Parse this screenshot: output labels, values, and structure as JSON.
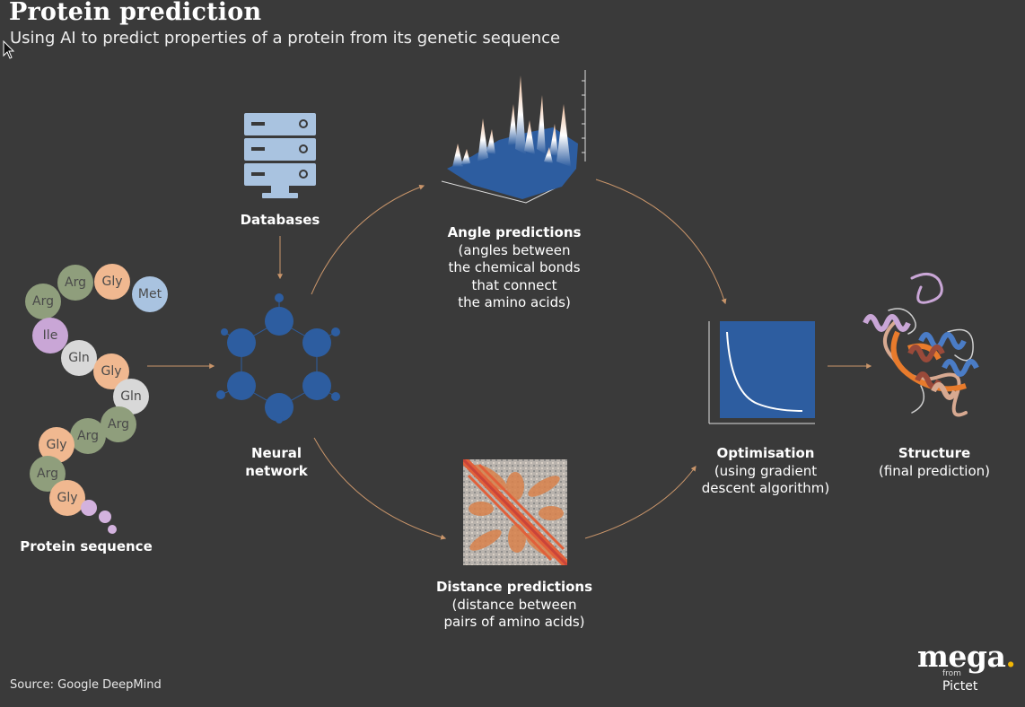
{
  "title": "Protein prediction",
  "subtitle": "Using AI to predict properties of a protein from its genetic sequence",
  "source": "Source: Google DeepMind",
  "logo": {
    "name": "mega",
    "from": "from",
    "brand": "Pictet"
  },
  "colors": {
    "background": "#3a3a3a",
    "network_blue": "#2d5da0",
    "arrow": "#c9956a",
    "arg": "#8f9e7c",
    "gly": "#f0b890",
    "met": "#a9c3e0",
    "ile": "#c9a6d6",
    "gln": "#d8d8d8",
    "tail": "#d3b2de"
  },
  "protein_sequence": {
    "label": "Protein sequence",
    "amino_acids": [
      "Arg",
      "Arg",
      "Gly",
      "Met",
      "Ile",
      "Gln",
      "Gly",
      "Gln",
      "Arg",
      "Arg",
      "Gly",
      "Arg",
      "Gly"
    ]
  },
  "databases": {
    "label": "Databases",
    "icon": "server-stack-icon"
  },
  "neural_network": {
    "label_line1": "Neural",
    "label_line2": "network",
    "icon": "hexagonal-network-icon"
  },
  "angle_predictions": {
    "title": "Angle predictions",
    "detail": "(angles between\nthe chemical bonds\nthat connect\nthe amino acids)"
  },
  "distance_predictions": {
    "title": "Distance predictions",
    "detail": "(distance between\npairs of amino acids)"
  },
  "optimisation": {
    "title": "Optimisation",
    "detail": "(using gradient\ndescent algorithm)"
  },
  "structure": {
    "title": "Structure",
    "detail": "(final prediction)"
  }
}
